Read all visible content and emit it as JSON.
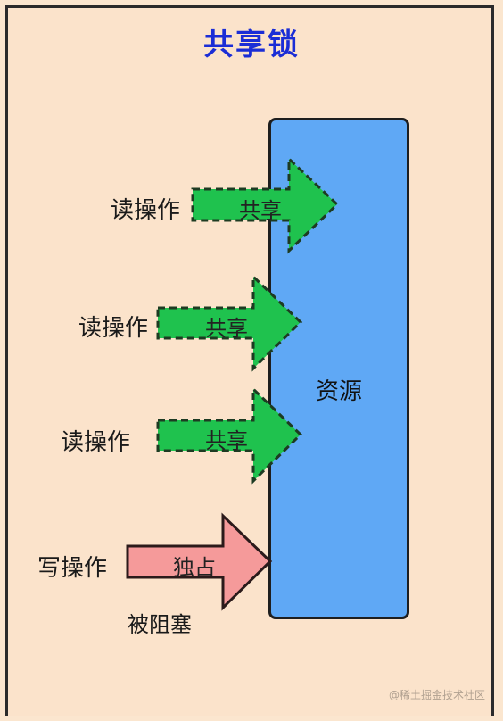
{
  "title": "共享锁",
  "resource_label": "资源",
  "operations": [
    {
      "label": "读操作",
      "arrow_label": "共享",
      "kind": "shared"
    },
    {
      "label": "读操作",
      "arrow_label": "共享",
      "kind": "shared"
    },
    {
      "label": "读操作",
      "arrow_label": "共享",
      "kind": "shared"
    },
    {
      "label": "写操作",
      "arrow_label": "独占",
      "kind": "exclusive"
    }
  ],
  "blocked_label": "被阻塞",
  "watermark": "@稀土掘金技术社区",
  "colors": {
    "background": "#fbe3cb",
    "title": "#1b2dd6",
    "resource": "#5fa8f5",
    "shared_arrow": "#1fc24e",
    "exclusive_arrow": "#f59a9a"
  }
}
